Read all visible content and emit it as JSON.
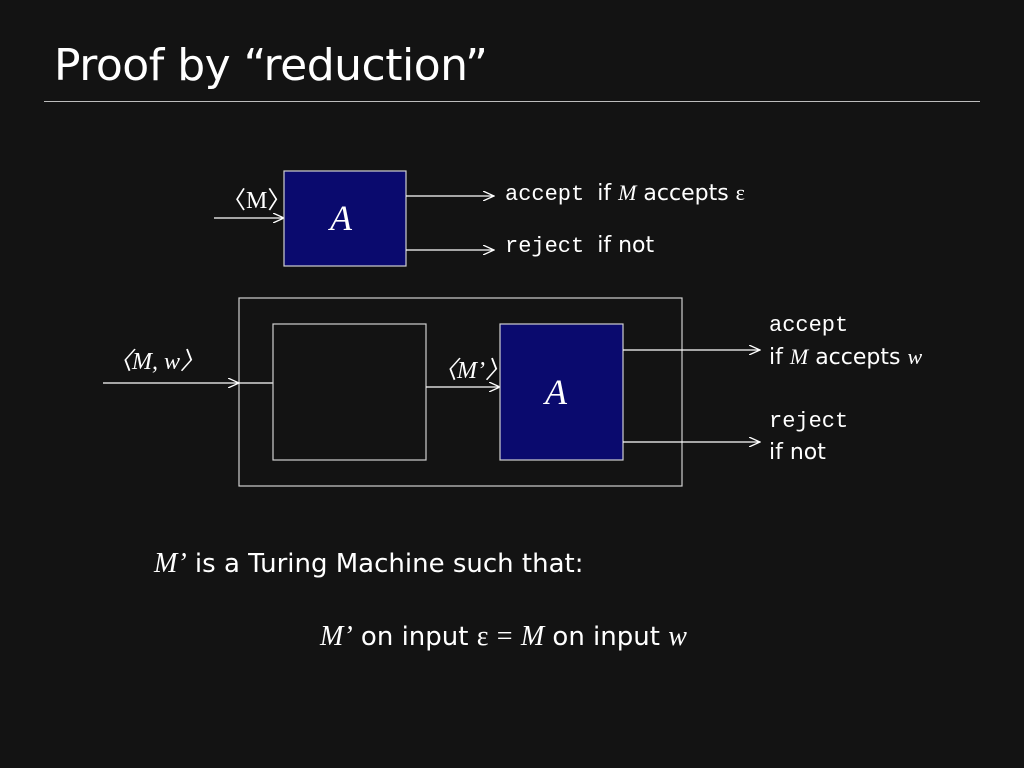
{
  "title": "Proof by “reduction”",
  "diagram_top": {
    "input_label": "〈M〉",
    "box_label": "A",
    "accept_word": "accept",
    "accept_cond_prefix": "if",
    "accept_cond_var": "M",
    "accept_cond_mid": "accepts",
    "accept_cond_end": "ε",
    "reject_word": "reject",
    "reject_cond": "if not"
  },
  "diagram_bottom": {
    "input_label": "〈M, w〉",
    "inner_input_label": "〈M’〉",
    "box_label": "A",
    "accept_word": "accept",
    "accept_cond_prefix": "if",
    "accept_cond_var": "M",
    "accept_cond_mid": "accepts",
    "accept_cond_end": "w",
    "reject_word": "reject",
    "reject_cond": "if not"
  },
  "statement": {
    "var": "M’",
    "text": "is a Turing Machine such that:"
  },
  "equation": {
    "lhs_var": "M’",
    "lhs_text": "on input",
    "eps": "ε",
    "eq": "=",
    "rhs_var": "M",
    "rhs_text": "on input",
    "rhs_end": "w"
  },
  "colors": {
    "background": "#131313",
    "box_fill": "#0a0a6e",
    "stroke": "#ffffff"
  }
}
